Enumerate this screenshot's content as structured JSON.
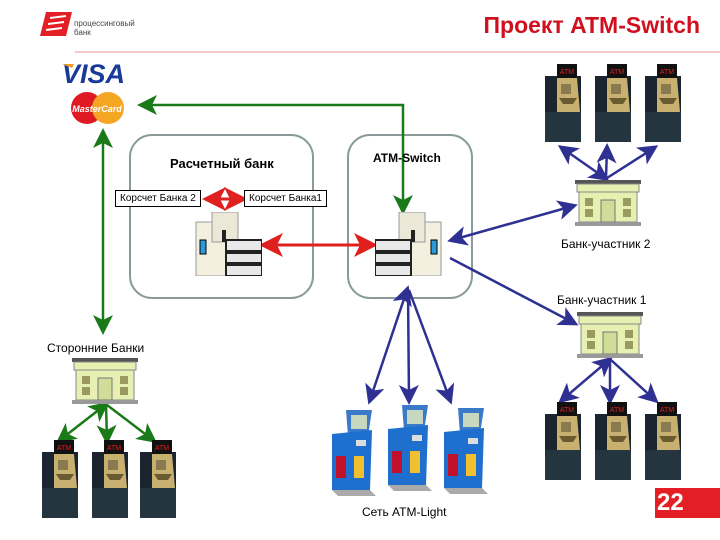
{
  "header": {
    "title": "Проект ATM-Switch",
    "logo_text_line1": "процессинговый",
    "logo_text_line2": "банк"
  },
  "logos": {
    "visa": "VISA",
    "mastercard": "MasterCard"
  },
  "nodes": {
    "settlement_bank": "Расчетный банк",
    "atm_switch": "ATM-Switch",
    "corr_account_bank2": "Корсчет Банка 2",
    "corr_account_bank1": "Корсчет Банка1",
    "member_bank_2": "Банк-участник 2",
    "member_bank_1": "Банк-участник 1",
    "third_party_banks": "Сторонние Банки",
    "atm_light_network": "Сеть ATM-Light"
  },
  "atm_label": "ATM",
  "page_number": "22",
  "colors": {
    "title": "#d0101e",
    "green_link": "#1a7a1a",
    "red_link": "#e0201e",
    "blue_link": "#2e3192",
    "page_badge": "#e31e24"
  }
}
